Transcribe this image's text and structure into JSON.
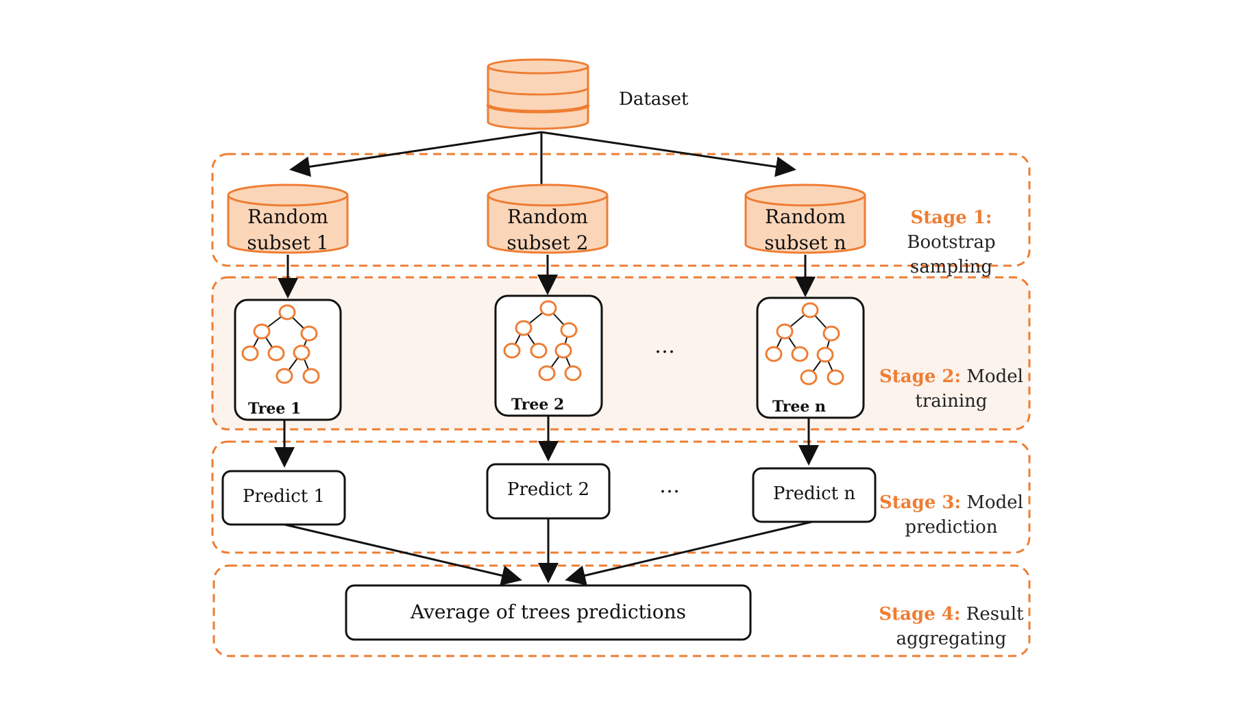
{
  "dataset": {
    "label": "Dataset"
  },
  "subsets": [
    {
      "line1": "Random",
      "line2": "subset 1"
    },
    {
      "line1": "Random",
      "line2": "subset 2"
    },
    {
      "line1": "Random",
      "line2": "subset n"
    }
  ],
  "trees": [
    "Tree 1",
    "Tree 2",
    "Tree n"
  ],
  "predicts": [
    "Predict 1",
    "Predict 2",
    "Predict n"
  ],
  "ellipsis": "…",
  "result": "Average of trees predictions",
  "stages": [
    {
      "prefix": "Stage 1:",
      "line1": "Bootstrap",
      "line2": "sampling"
    },
    {
      "prefix": "Stage 2:",
      "line1": "Model",
      "line2": "training"
    },
    {
      "prefix": "Stage 3:",
      "line1": "Model",
      "line2": "prediction"
    },
    {
      "prefix": "Stage 4:",
      "line1": "Result",
      "line2": "aggregating"
    }
  ],
  "colors": {
    "accent": "#ee7d33",
    "cylinder_fill": "#fbd5b8",
    "stage2_fill": "#fbf3ec",
    "node_fill": "#ffffff",
    "ink": "#111111"
  }
}
